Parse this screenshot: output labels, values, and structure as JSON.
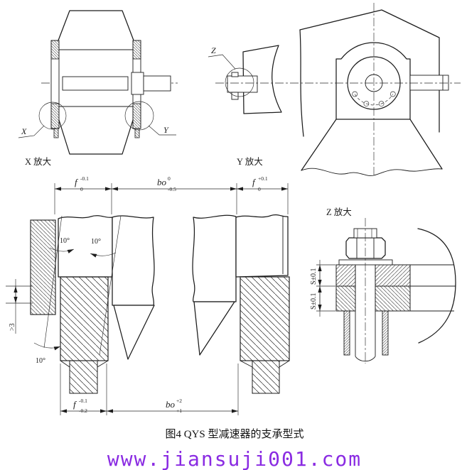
{
  "drawing": {
    "line_color": "#1c1c1c",
    "background": "#ffffff",
    "views": {
      "side_view": {
        "detail_label_x": "X",
        "detail_label_y": "Y",
        "caption": "X 放大"
      },
      "front_view": {
        "detail_label_z": "Z",
        "caption": "Y 放大"
      },
      "section_view": {
        "dim_f_top_left": {
          "base": "f",
          "sup": "-0.1",
          "sub": "0"
        },
        "dim_bo_top": {
          "base": "bo",
          "sup": "0",
          "sub": "-0.5"
        },
        "dim_f_top_right": {
          "base": "f",
          "sup": "+0.1",
          "sub": "0"
        },
        "dim_f_bottom": {
          "base": "f",
          "sup": "-0.1",
          "sub": "-0.2"
        },
        "dim_bo_bottom": {
          "base": "bo",
          "sup": "+2",
          "sub": "+1"
        },
        "angle_top_left": "10°",
        "angle_top_right": "10°",
        "angle_bottom": "10°",
        "gap_dim": ">3"
      },
      "z_detail_view": {
        "caption": "Z 放大",
        "dim_upper": "S±0.1",
        "dim_lower": "S±0.1"
      }
    },
    "figure_caption": "图4  QYS 型减速器的支承型式",
    "watermark": {
      "text": "www.jiansuji001.com",
      "color": "#8a2be2"
    }
  }
}
